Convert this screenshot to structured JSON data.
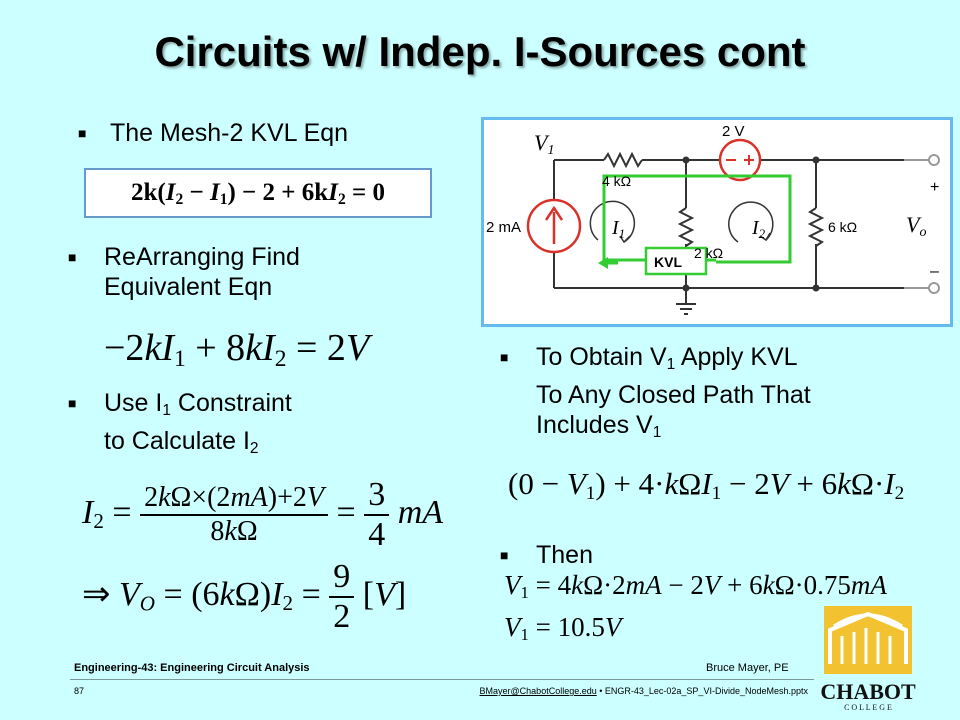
{
  "slide": {
    "title": "Circuits w/ Indep. I-Sources cont"
  },
  "bullets": {
    "b1": "The Mesh-2 KVL Eqn",
    "b2_l1": "ReArranging Find",
    "b2_l2": "Equivalent Eqn",
    "b3_l1a": "Use I",
    "b3_l1sub": "1",
    "b3_l1b": " Constraint",
    "b3_l2a": "to Calculate I",
    "b3_l2sub": "2",
    "b4_l1a": "To Obtain V",
    "b4_l1sub": "1",
    "b4_l1b": " Apply KVL",
    "b4_l2": "To Any Closed Path That",
    "b4_l3a": "Includes V",
    "b4_l3sub": "1",
    "b5": "Then"
  },
  "circuit": {
    "v1": "V",
    "v1_sub": "1",
    "src_2v": "2 V",
    "r_4k": "4 kΩ",
    "src_2ma": "2 mA",
    "i1": "I",
    "i1_sub": "1",
    "i2": "I",
    "i2_sub": "2",
    "r_2k": "2 kΩ",
    "r_6k": "6 kΩ",
    "vo": "V",
    "vo_sub": "o",
    "plus": "+",
    "minus": "–",
    "kvl": "KVL",
    "colors": {
      "kvl_path": "#33cc33",
      "source": "#d9322b",
      "wire": "#333333"
    }
  },
  "footer": {
    "course": "Engineering-43: Engineering Circuit Analysis",
    "author": "Bruce Mayer, PE",
    "page": "87",
    "email": "BMayer@ChabotCollege.edu",
    "file": "  •  ENGR-43_Lec-02a_SP_VI-Divide_NodeMesh.pptx",
    "logo_name": "CHABOT",
    "logo_sub": "C O L L E G E"
  }
}
